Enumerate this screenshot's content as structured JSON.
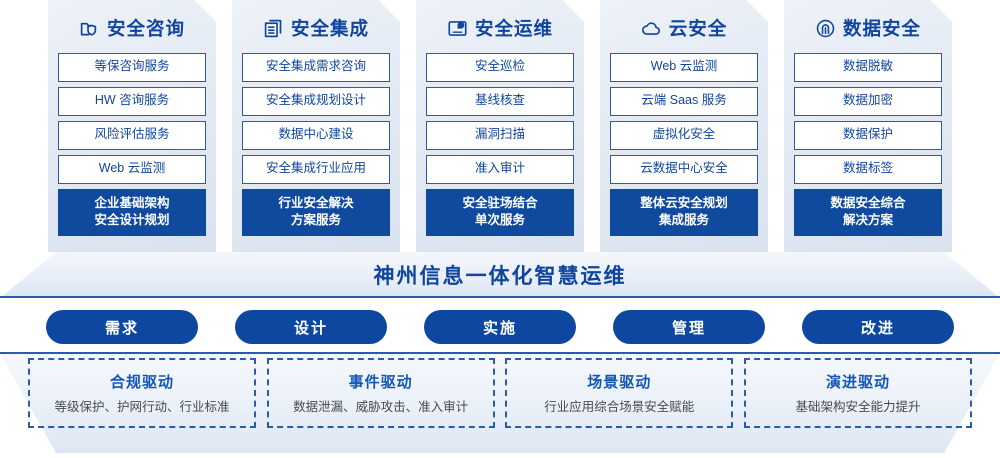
{
  "columns": [
    {
      "icon": "folder-shield-icon",
      "title": "安全咨询",
      "items": [
        "等保咨询服务",
        "HW 咨询服务",
        "风险评估服务",
        "Web 云监测"
      ],
      "footer": "企业基础架构\n安全设计规划"
    },
    {
      "icon": "stacked-documents-icon",
      "title": "安全集成",
      "items": [
        "安全集成需求咨询",
        "安全集成规划设计",
        "数据中心建设",
        "安全集成行业应用"
      ],
      "footer": "行业安全解决\n方案服务"
    },
    {
      "icon": "monitor-chart-icon",
      "title": "安全运维",
      "items": [
        "安全巡检",
        "基线核查",
        "漏洞扫描",
        "准入审计"
      ],
      "footer": "安全驻场结合\n单次服务"
    },
    {
      "icon": "cloud-icon",
      "title": "云安全",
      "items": [
        "Web 云监测",
        "云端 Saas 服务",
        "虚拟化安全",
        "云数据中心安全"
      ],
      "footer": "整体云安全规划\n集成服务"
    },
    {
      "icon": "fingerprint-icon",
      "title": "数据安全",
      "items": [
        "数据脱敏",
        "数据加密",
        "数据保护",
        "数据标签"
      ],
      "footer": "数据安全综合\n解决方案"
    }
  ],
  "banner": {
    "text": "神州信息一体化智慧运维"
  },
  "pills": [
    {
      "label": "需求"
    },
    {
      "label": "设计"
    },
    {
      "label": "实施"
    },
    {
      "label": "管理"
    },
    {
      "label": "改进"
    }
  ],
  "drivers": [
    {
      "title": "合规驱动",
      "subtitle": "等级保护、护网行动、行业标准"
    },
    {
      "title": "事件驱动",
      "subtitle": "数据泄漏、威胁攻击、准入审计"
    },
    {
      "title": "场景驱动",
      "subtitle": "行业应用综合场景安全赋能"
    },
    {
      "title": "演进驱动",
      "subtitle": "基础架构安全能力提升"
    }
  ],
  "colors": {
    "primary_blue": "#10459c",
    "dark_blue": "#0d47a0",
    "border_blue": "#2a5caa",
    "panel_bg": "#e3eaf4",
    "sub_text": "#4a4a4a"
  }
}
